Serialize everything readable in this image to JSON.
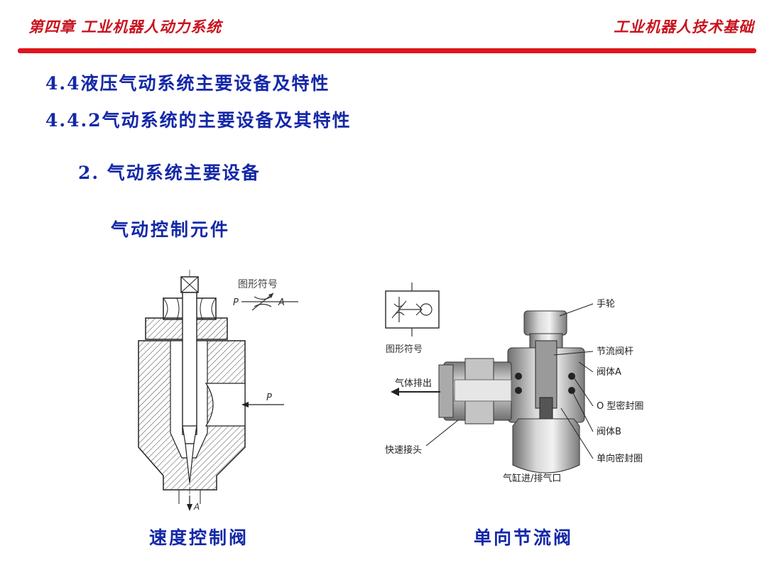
{
  "header": {
    "chapter": "第四章 工业机器人动力系统",
    "course": "工业机器人技术基础"
  },
  "headings": {
    "h1": "4.4液压气动系统主要设备及特性",
    "h2": "4.4.2气动系统的主要设备及其特性",
    "h3": "2. 气动系统主要设备",
    "h4": "气动控制元件"
  },
  "left_figure": {
    "symbol_title": "图形符号",
    "port_p_symbol": "P",
    "port_a_symbol": "A",
    "port_p_side": "P",
    "port_a_bottom": "A",
    "caption": "速度控制阀"
  },
  "right_figure": {
    "symbol_title": "图形符号",
    "exhaust_label": "气体排出",
    "quick_connector_label": "快速接头",
    "cylinder_port_label": "气缸进/排气口",
    "callouts": [
      "手轮",
      "节流阀杆",
      "阀体A",
      "O 型密封圈",
      "阀体B",
      "单向密封圈"
    ],
    "caption": "单向节流阀"
  }
}
